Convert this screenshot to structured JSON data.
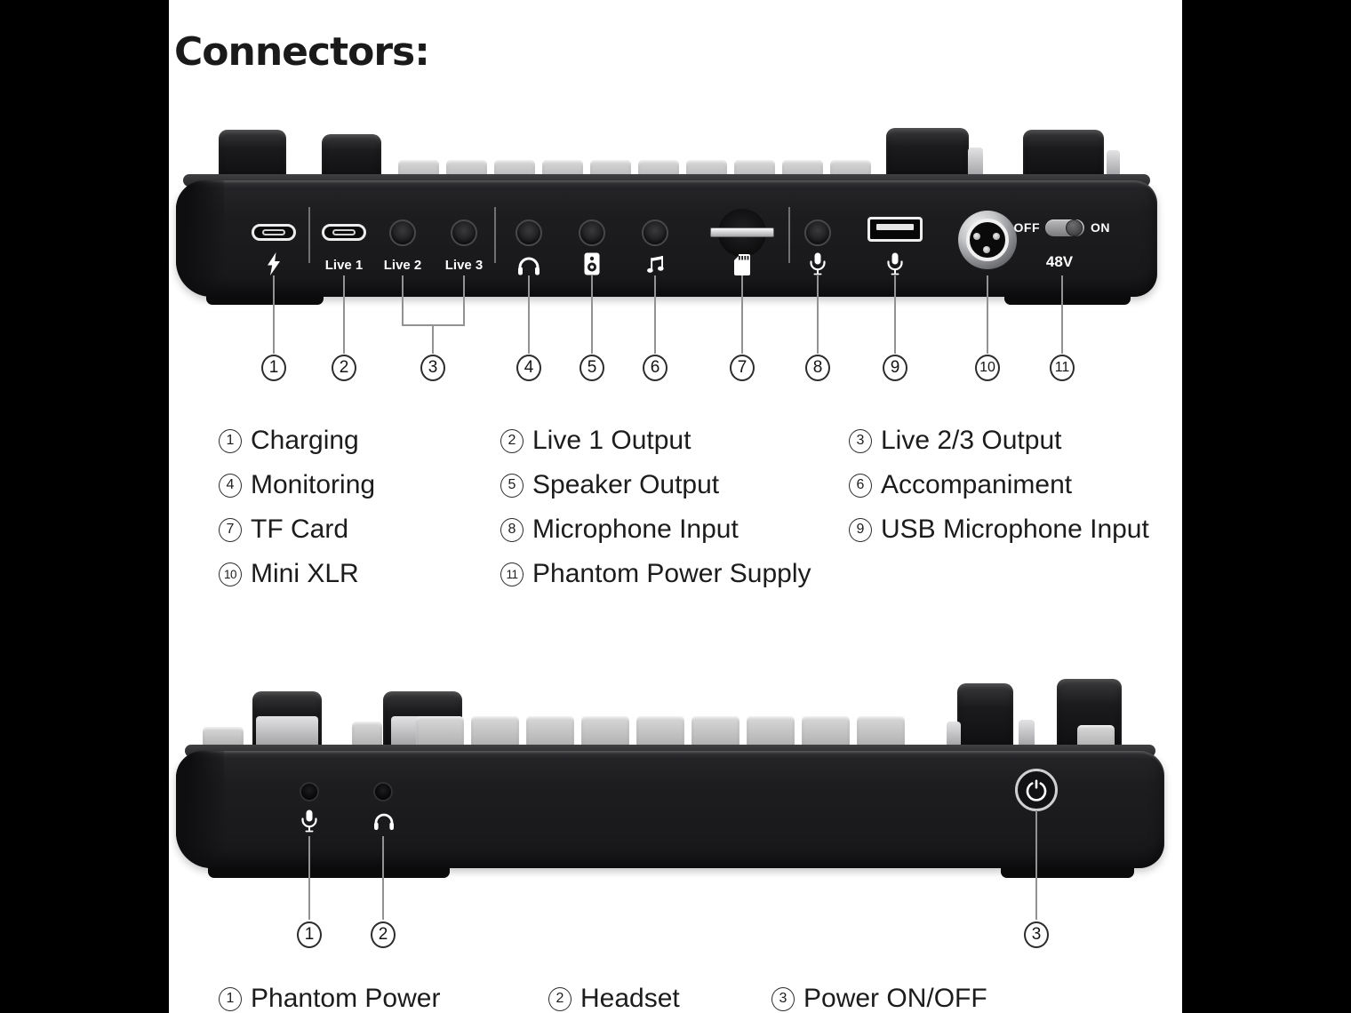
{
  "title": "Connectors:",
  "back_panel": {
    "port_labels": {
      "live1": "Live 1",
      "live2": "Live 2",
      "live3": "Live 3"
    },
    "power_switch": {
      "off_label": "OFF",
      "on_label": "ON",
      "voltage_label": "48V"
    },
    "callouts": [
      "1",
      "2",
      "3",
      "4",
      "5",
      "6",
      "7",
      "8",
      "9",
      "10",
      "11"
    ],
    "legend": [
      {
        "num": "1",
        "label": "Charging"
      },
      {
        "num": "2",
        "label": "Live 1 Output"
      },
      {
        "num": "3",
        "label": "Live 2/3  Output"
      },
      {
        "num": "4",
        "label": "Monitoring"
      },
      {
        "num": "5",
        "label": "Speaker Output"
      },
      {
        "num": "6",
        "label": "Accompaniment"
      },
      {
        "num": "7",
        "label": "TF Card"
      },
      {
        "num": "8",
        "label": "Microphone Input"
      },
      {
        "num": "9",
        "label": "USB Microphone Input"
      },
      {
        "num": "10",
        "label": "Mini XLR"
      },
      {
        "num": "11",
        "label": "Phantom Power Supply"
      }
    ]
  },
  "front_panel": {
    "callouts": [
      "1",
      "2",
      "3"
    ],
    "legend": [
      {
        "num": "1",
        "label": "Phantom Power"
      },
      {
        "num": "2",
        "label": "Headset"
      },
      {
        "num": "3",
        "label": "Power ON/OFF"
      }
    ]
  },
  "colors": {
    "letterbox": "#000000",
    "background": "#ffffff",
    "device_body": "#1d1d1f",
    "panel_text": "#ffffff",
    "legend_text": "#1c1c1c"
  }
}
